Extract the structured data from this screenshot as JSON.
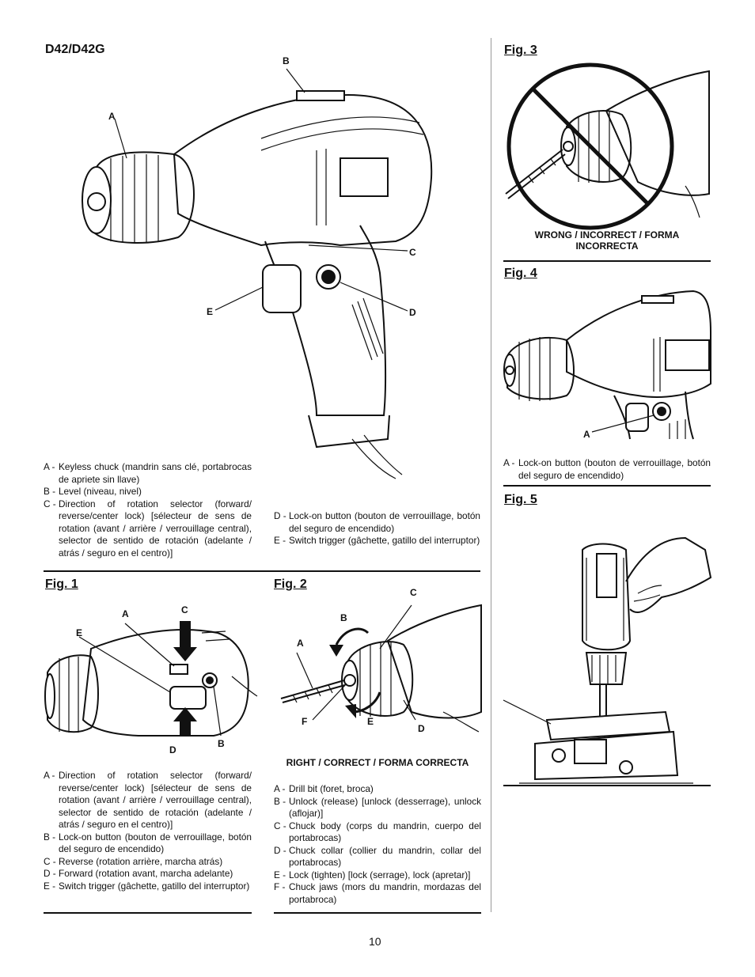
{
  "main": {
    "model_title": "D42/D42G",
    "labels": {
      "A": "A",
      "B": "B",
      "C": "C",
      "D": "D",
      "E": "E"
    },
    "legend_left": [
      {
        "key": "A -",
        "text": "Keyless chuck (mandrin sans clé, portabrocas de apriete sin llave)"
      },
      {
        "key": "B -",
        "text": "Level (niveau, nivel)"
      },
      {
        "key": "C -",
        "text": "Direction of rotation selector (forward/ reverse/center lock) [sélecteur de sens de rotation (avant / arrière / verrouillage central), selector de sentido de rotación (adelante / atrás / seguro en el centro)]"
      }
    ],
    "legend_right": [
      {
        "key": "D -",
        "text": "Lock-on button (bouton de verrouillage, botón del seguro de encendido)"
      },
      {
        "key": "E -",
        "text": "Switch trigger (gâchette, gatillo del interruptor)"
      }
    ]
  },
  "fig1": {
    "title": "Fig. 1",
    "labels": {
      "A": "A",
      "B": "B",
      "C": "C",
      "D": "D",
      "E": "E"
    },
    "legend": [
      {
        "key": "A -",
        "text": "Direction of rotation selector (forward/ reverse/center lock) [sélecteur de sens de rotation (avant / arrière / verrouillage central), selector de sentido de rotación (adelante / atrás / seguro en el centro)]"
      },
      {
        "key": "B -",
        "text": "Lock-on button (bouton de verrouillage, botón del seguro de encendido)"
      },
      {
        "key": "C -",
        "text": "Reverse (rotation arrière, marcha atrás)"
      },
      {
        "key": "D -",
        "text": "Forward (rotation avant, marcha adelante)"
      },
      {
        "key": "E -",
        "text": "Switch trigger (gâchette, gatillo del interruptor)"
      }
    ]
  },
  "fig2": {
    "title": "Fig. 2",
    "labels": {
      "A": "A",
      "B": "B",
      "C": "C",
      "D": "D",
      "E": "E",
      "F": "F"
    },
    "caption": "RIGHT / CORRECT / FORMA CORRECTA",
    "legend": [
      {
        "key": "A -",
        "text": "Drill bit (foret, broca)"
      },
      {
        "key": "B -",
        "text": "Unlock (release) [unlock (desserrage), unlock (aflojar)]"
      },
      {
        "key": "C -",
        "text": "Chuck body (corps du mandrin, cuerpo del portabrocas)"
      },
      {
        "key": "D -",
        "text": "Chuck collar (collier du mandrin, collar del portabrocas)"
      },
      {
        "key": "E -",
        "text": "Lock (tighten) [lock (serrage), lock (apretar)]"
      },
      {
        "key": "F -",
        "text": "Chuck jaws (mors du mandrin, mordazas del portabroca)"
      }
    ]
  },
  "fig3": {
    "title": "Fig. 3",
    "caption_line1": "WRONG / INCORRECT / FORMA",
    "caption_line2": "INCORRECTA"
  },
  "fig4": {
    "title": "Fig. 4",
    "labels": {
      "A": "A"
    },
    "legend": [
      {
        "key": "A -",
        "text": "Lock-on button (bouton de verrouillage, botón del seguro de encendido)"
      }
    ]
  },
  "fig5": {
    "title": "Fig. 5"
  },
  "page_number": "10"
}
